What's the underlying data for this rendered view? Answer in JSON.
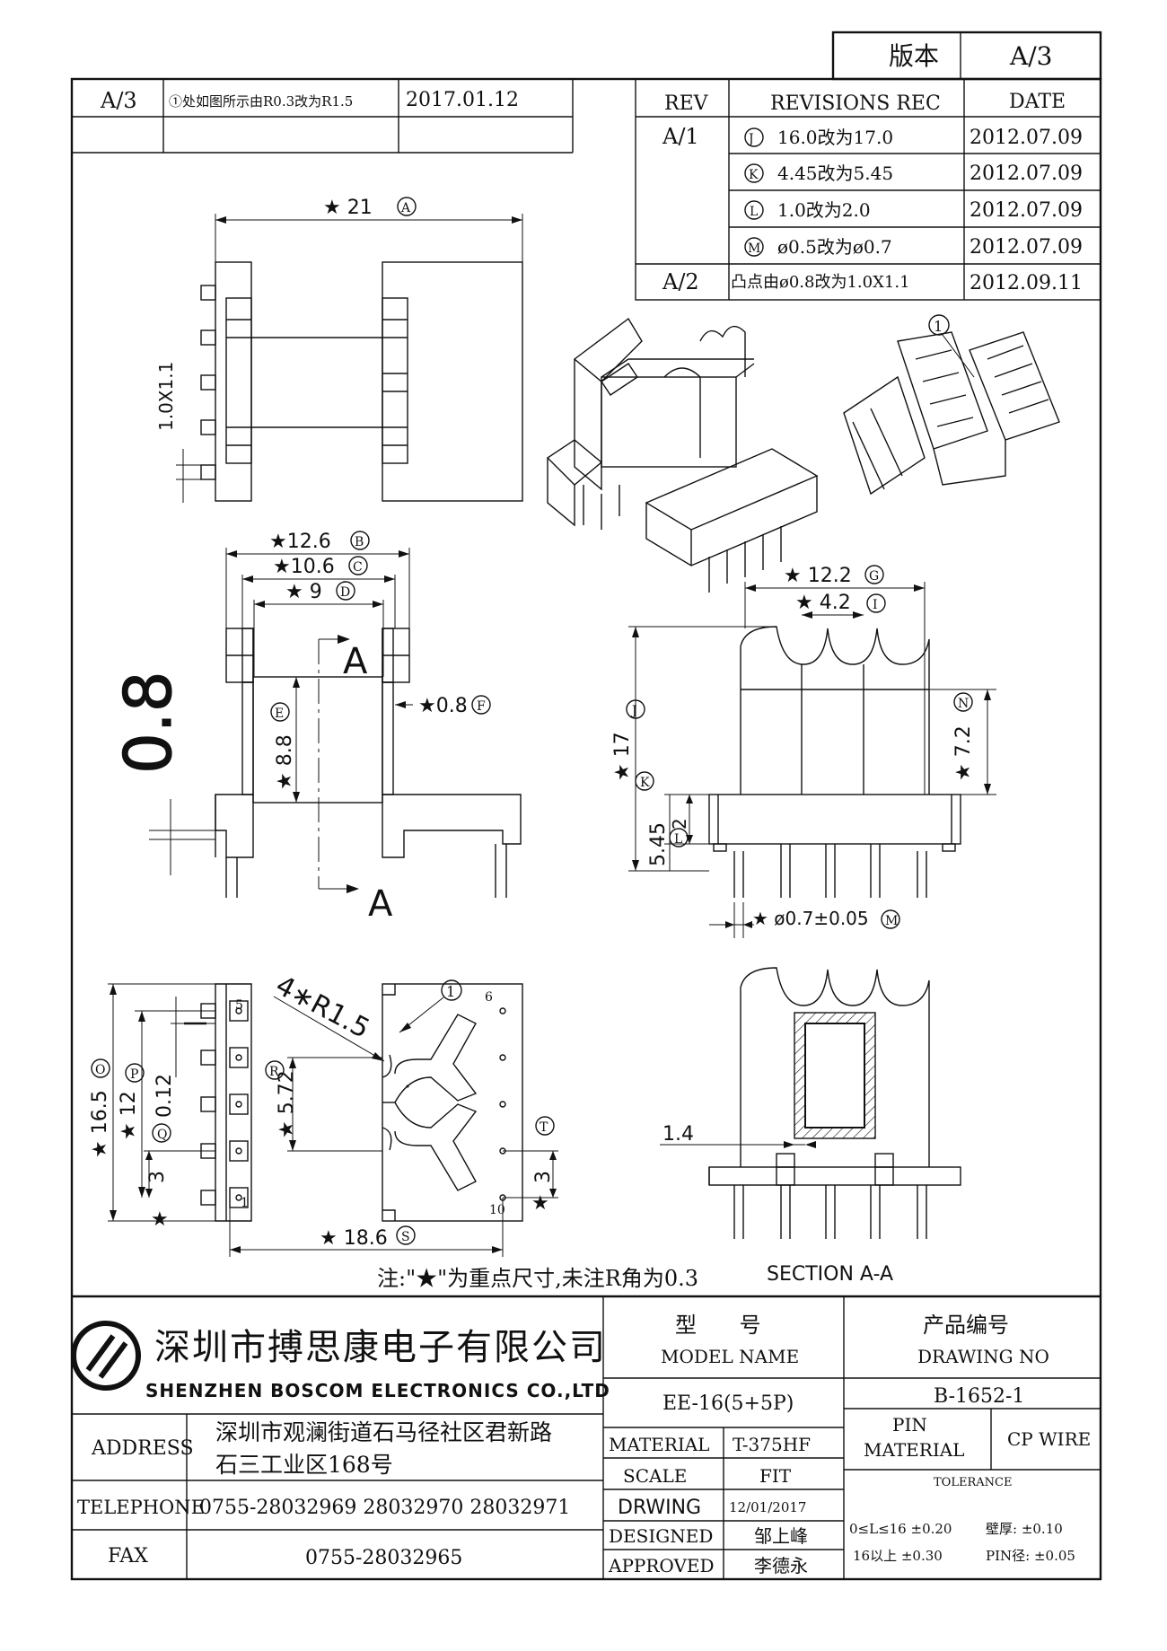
{
  "version_box": {
    "label": "版本",
    "value": "A/3"
  },
  "top_revision": {
    "rev": "A/3",
    "text": "①处如图所示由R0.3改为R1.5",
    "date": "2017.01.12"
  },
  "revisions": {
    "headers": {
      "rev": "REV",
      "rec": "REVISIONS REC",
      "date": "DATE"
    },
    "rows": [
      {
        "rev": "A/1",
        "mark": "J",
        "text": "16.0改为17.0",
        "date": "2012.07.09"
      },
      {
        "rev": "",
        "mark": "K",
        "text": "4.45改为5.45",
        "date": "2012.07.09"
      },
      {
        "rev": "",
        "mark": "L",
        "text": "1.0改为2.0",
        "date": "2012.07.09"
      },
      {
        "rev": "",
        "mark": "M",
        "text": "ø0.5改为ø0.7",
        "date": "2012.07.09"
      },
      {
        "rev": "A/2",
        "mark": "",
        "text": "凸点由ø0.8改为1.0X1.1",
        "date": "2012.09.11"
      }
    ]
  },
  "dims": {
    "d21": "★ 21",
    "a": "A",
    "p1011": "1.0X1.1",
    "d126": "★12.6",
    "b": "B",
    "d106": "★10.6",
    "c": "C",
    "d9": "★ 9",
    "d": "D",
    "sect_a_top": "A",
    "sect_a_bot": "A",
    "d08": "★0.8",
    "f": "F",
    "e": "E",
    "d88": "★ 8.8",
    "big08": "0.8",
    "d122": "★ 12.2",
    "g": "G",
    "d42": "★ 4.2",
    "i": "I",
    "j": "J",
    "d17": "★ 17",
    "n": "N",
    "d72": "★ 7.2",
    "k": "K",
    "l": "L",
    "d2": "2",
    "d545": "5.45",
    "dpin": "★ ø0.7±0.05",
    "m": "M",
    "r15": "4∗R1.5",
    "circ1": "1",
    "o": "O",
    "d165": "★ 16.5",
    "p": "P",
    "d12": "★ 12",
    "d012": "0.12",
    "q": "Q",
    "d3l": "3",
    "r": "R",
    "d572": "★ 5.72",
    "t": "T",
    "d3r": "3",
    "star": "★",
    "d186": "★ 18.6",
    "s": "S",
    "pin5": "5",
    "pin1": "1",
    "pin6": "6",
    "pin10": "10",
    "d14": "1.4",
    "iso_circ1": "1"
  },
  "note": "注:\"★\"为重点尺寸,未注R角为0.3",
  "section_label": "SECTION A-A",
  "company": {
    "cn": "深圳市搏思康电子有限公司",
    "en": "SHENZHEN BOSCOM ELECTRONICS CO.,LTD"
  },
  "address": {
    "label": "ADDRESS",
    "line1": "深圳市观澜街道石马径社区君新路",
    "line2": "石三工业区168号"
  },
  "telephone": {
    "label": "TELEPHONE",
    "value": "0755-28032969 28032970 28032971"
  },
  "fax": {
    "label": "FAX",
    "value": "0755-28032965"
  },
  "model": {
    "cn": "型 号",
    "en": "MODEL NAME",
    "value": "EE-16(5+5P)"
  },
  "drawing_no": {
    "cn": "产品编号",
    "en": "DRAWING NO",
    "value": "B-1652-1"
  },
  "material": {
    "label": "MATERIAL",
    "value": "T-375HF"
  },
  "pin_material": {
    "label1": "PIN",
    "label2": "MATERIAL",
    "value": "CP WIRE"
  },
  "scale": {
    "label": "SCALE",
    "value": "FIT"
  },
  "tolerance": {
    "label": "TOLERANCE",
    "l1a": "0≤L≤16 ±0.20",
    "l1b": "壁厚: ±0.10",
    "l2a": "16以上 ±0.30",
    "l2b": "PIN径: ±0.05"
  },
  "drwing": {
    "label": "DRWING",
    "value": "12/01/2017"
  },
  "designed": {
    "label": "DESIGNED",
    "value": "邹上峰"
  },
  "approved": {
    "label": "APPROVED",
    "value": "李德永"
  }
}
